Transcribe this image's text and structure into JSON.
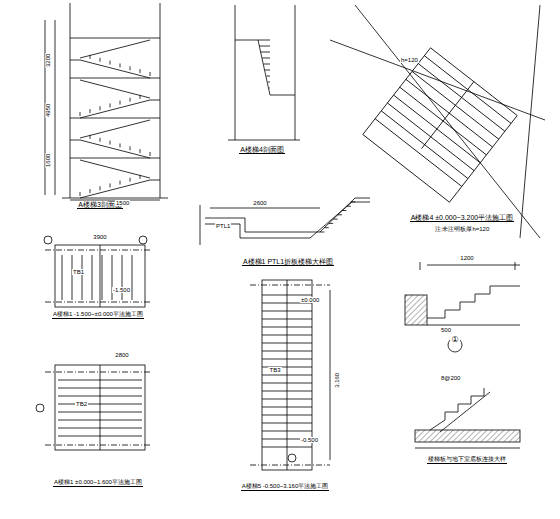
{
  "diagram": {
    "labels": [
      "A楼梯3剖面图",
      "A楼梯4剖面图",
      "A楼梯4 ±0.000~3.200平法施工图",
      "注:未注明板厚h=120",
      "A楼梯1 -1.500~±0.000平法施工图",
      "A楼梯1 PTL1折板楼梯大样图",
      "①",
      "A楼梯1 ±0.000~1.600平法施工图",
      "A楼梯5 -0.500~3.160平法施工图",
      "楼梯板与地下室底板连接大样",
      "4950",
      "3200",
      "1600",
      "1500",
      "2600",
      "TB1",
      "TB2",
      "TB3",
      "±0.000",
      "-0.500",
      "3.160",
      "1200",
      "500",
      "8@200",
      "2800",
      "3900",
      "-1.500",
      "PTL1",
      "h=120"
    ]
  }
}
